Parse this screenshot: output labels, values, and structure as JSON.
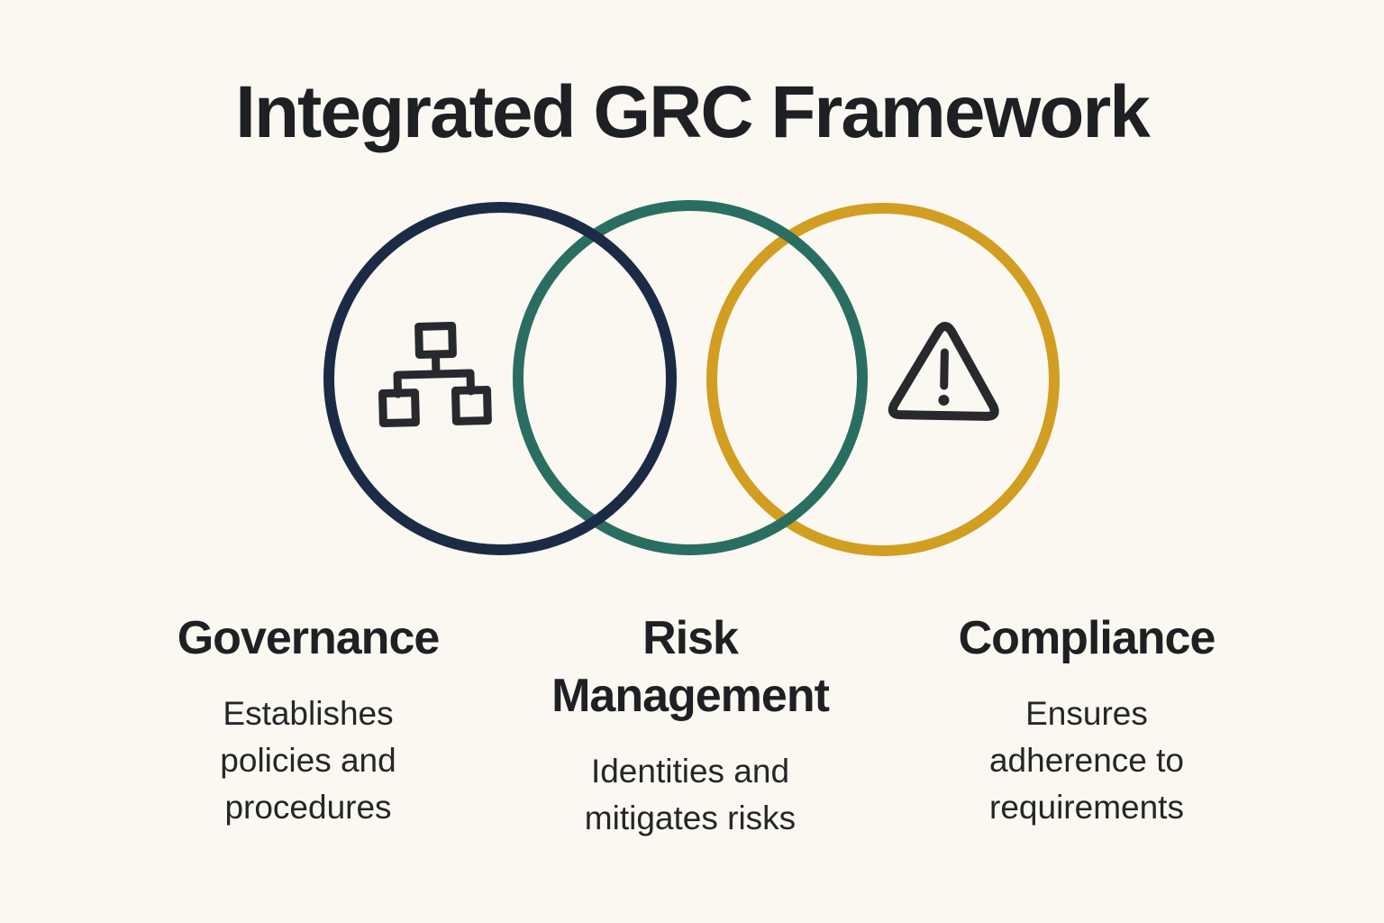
{
  "title": "Integrated GRC Framework",
  "colors": {
    "background": "#faf8f1",
    "text": "#1e2023",
    "governance_circle": "#1c2b45",
    "risk_circle": "#2a6e61",
    "compliance_circle": "#d19e22",
    "icon_stroke": "#27292c"
  },
  "venn": {
    "governance_icon": "org-chart-icon",
    "compliance_icon": "warning-triangle-icon"
  },
  "columns": [
    {
      "id": "governance",
      "heading": "Governance",
      "description": "Establishes\npolicies and\nprocedures"
    },
    {
      "id": "risk-management",
      "heading": "Risk\nManagement",
      "description": "Identities and\nmitigates risks"
    },
    {
      "id": "compliance",
      "heading": "Compliance",
      "description": "Ensures\nadherence to\nrequirements"
    }
  ]
}
